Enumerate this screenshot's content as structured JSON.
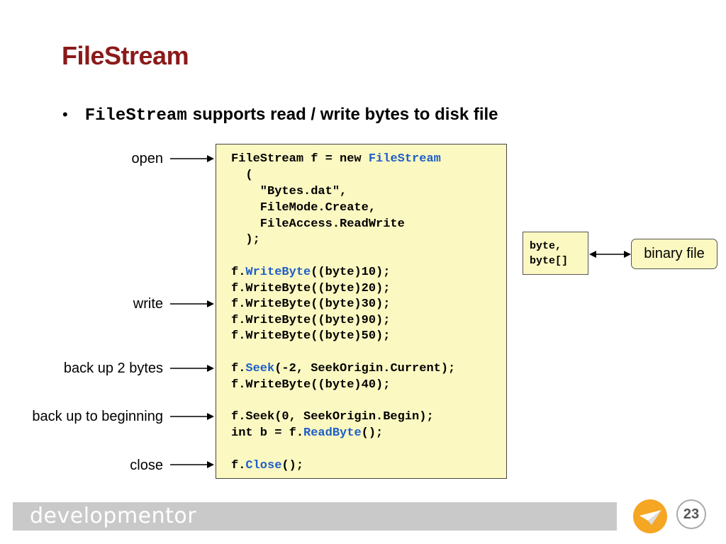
{
  "slide": {
    "title": "FileStream",
    "bullet": {
      "code": "FileStream",
      "text": "supports read / write bytes to disk file"
    }
  },
  "labels": {
    "open": "open",
    "write": "write",
    "back2": "back up 2 bytes",
    "backBegin": "back up to beginning",
    "close": "close"
  },
  "code": {
    "l1a": "FileStream f = new ",
    "l1b": "FileStream",
    "l2": "  (",
    "l3": "    \"Bytes.dat\",",
    "l4": "    FileMode.Create,",
    "l5": "    FileAccess.ReadWrite",
    "l6": "  );",
    "w1a": "f.",
    "w1b": "WriteByte",
    "w1c": "((byte)10);",
    "w2": "f.WriteByte((byte)20);",
    "w3": "f.WriteByte((byte)30);",
    "w4": "f.WriteByte((byte)90);",
    "w5": "f.WriteByte((byte)50);",
    "s1a": "f.",
    "s1b": "Seek",
    "s1c": "(-2, SeekOrigin.Current);",
    "s2": "f.WriteByte((byte)40);",
    "s3": "f.Seek(0, SeekOrigin.Begin);",
    "r1a": "int b = f.",
    "r1b": "ReadByte",
    "r1c": "();",
    "c1a": "f.",
    "c1b": "Close",
    "c1c": "();"
  },
  "types": {
    "line1": "byte,",
    "line2": "byte[]"
  },
  "binary": {
    "label": "binary file"
  },
  "footer": {
    "brand": "developmentor",
    "page": "23"
  },
  "colors": {
    "title": "#8b1a1a",
    "keyword": "#1e5fc8",
    "codeBg": "#fbf8c2",
    "footerBar": "#c9c9c9",
    "logo": "#f5a623"
  },
  "icons": {
    "logo": "paper-plane-icon"
  }
}
